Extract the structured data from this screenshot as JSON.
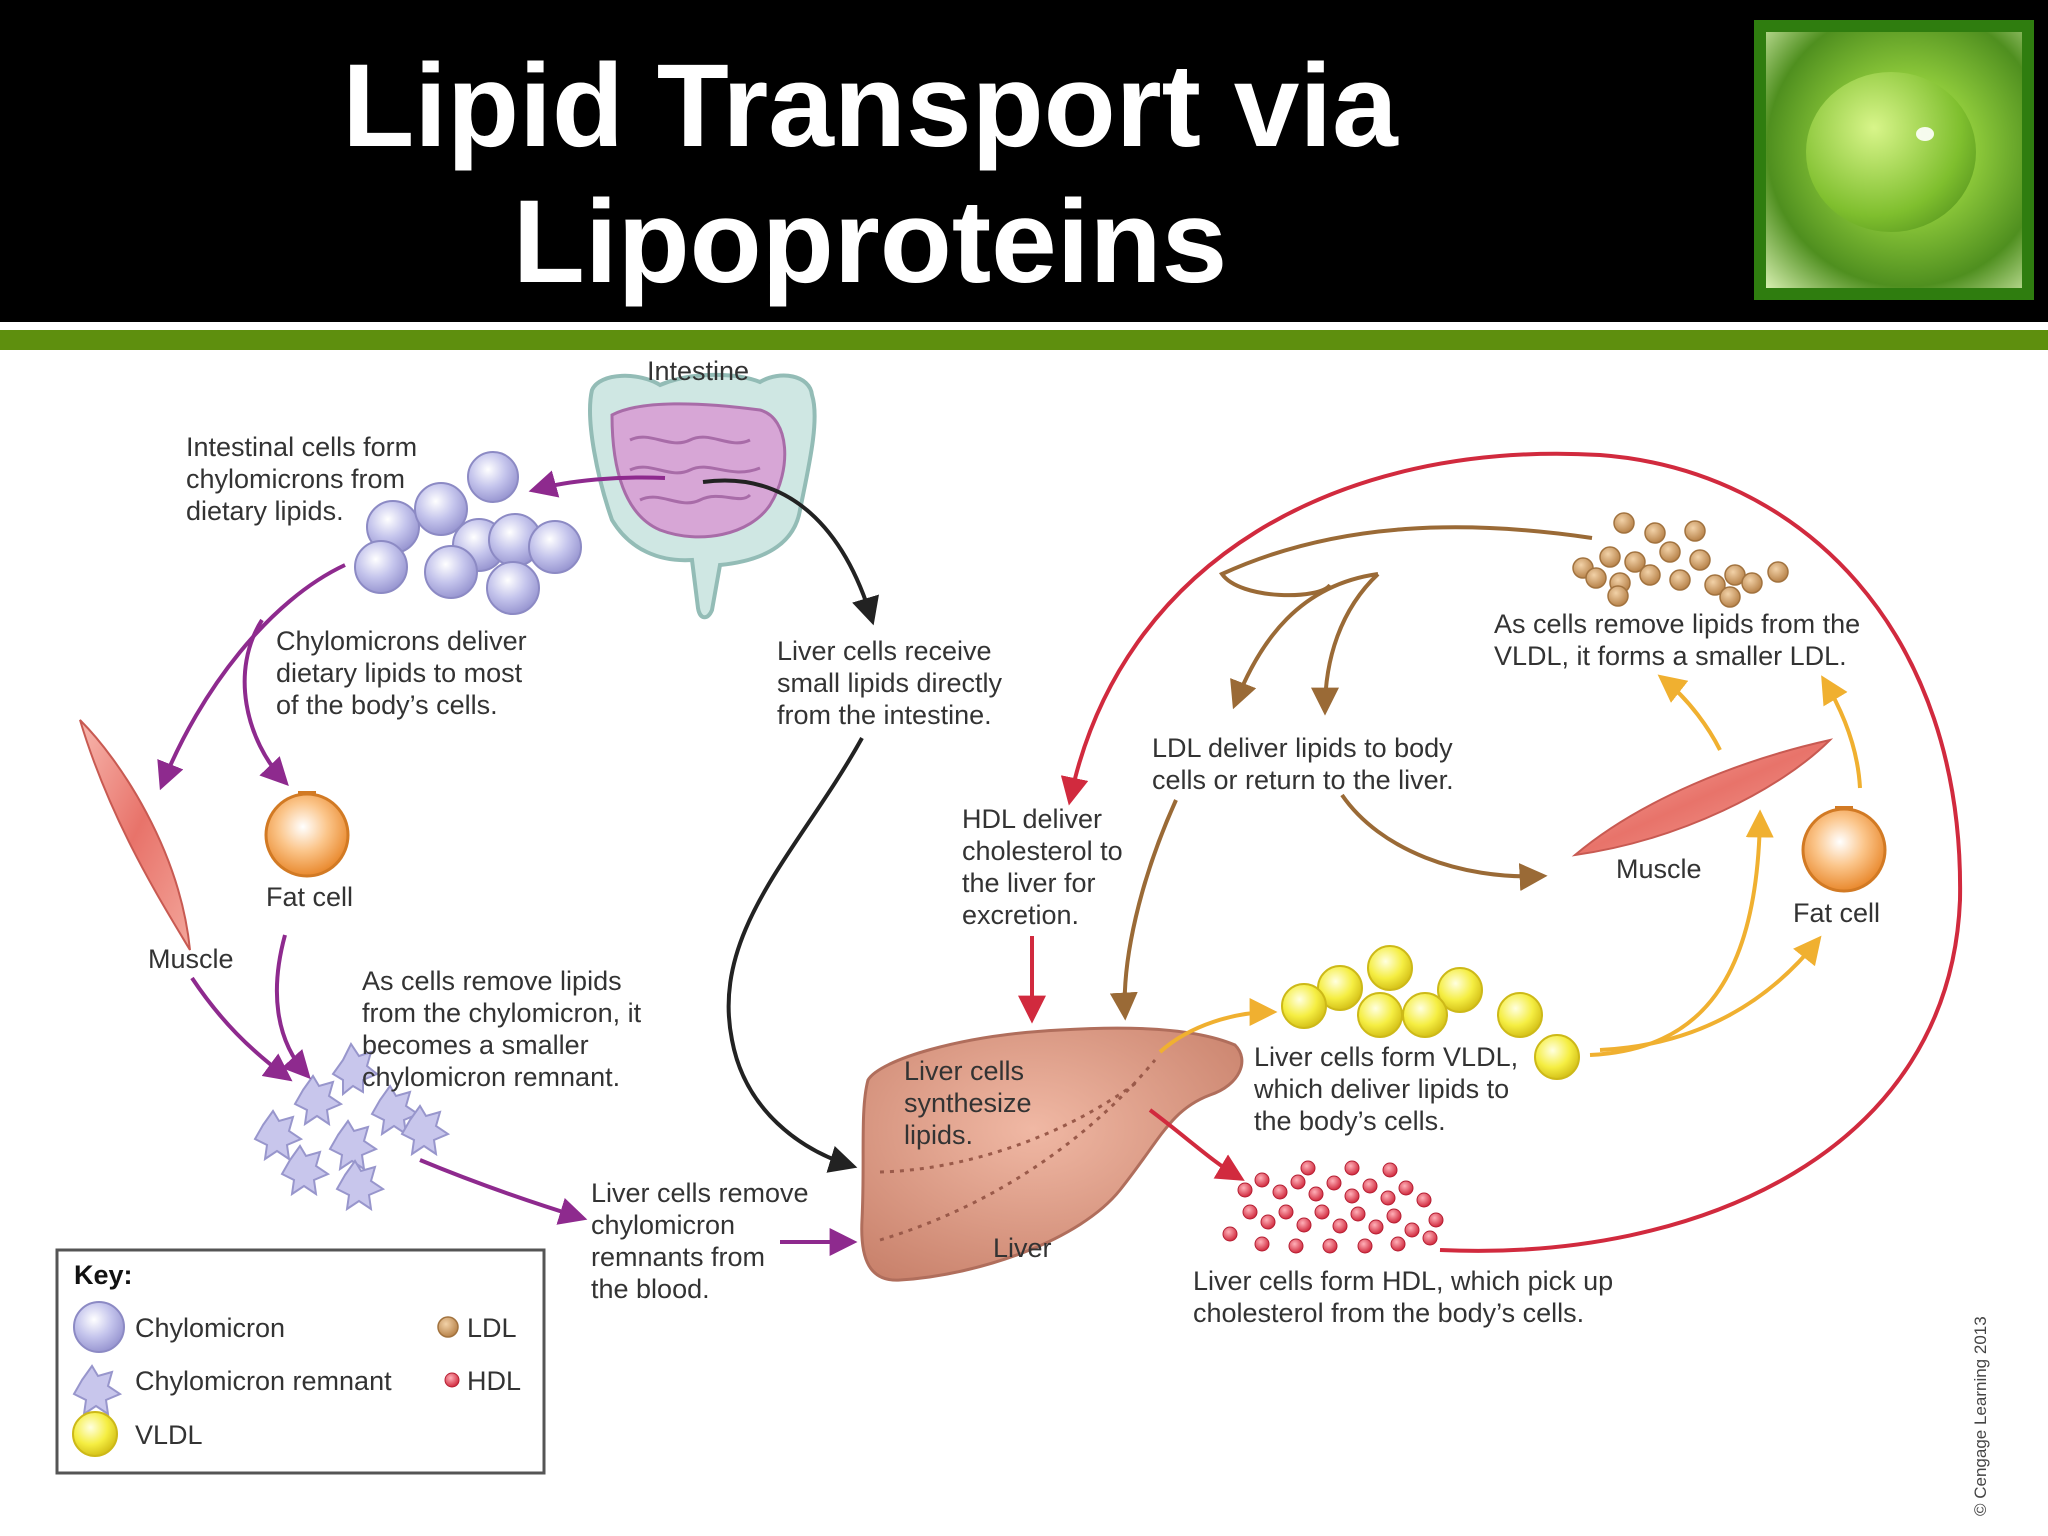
{
  "slide": {
    "title_line1": "Lipid Transport via",
    "title_line2": "Lipoproteins"
  },
  "diagram": {
    "organs": {
      "intestine": "Intestine",
      "liver": "Liver",
      "liver_inside": [
        "Liver cells",
        "synthesize",
        "lipids."
      ],
      "muscle_left": "Muscle",
      "fat_cell_left": "Fat cell",
      "muscle_right": "Muscle",
      "fat_cell_right": "Fat cell"
    },
    "captions": {
      "intestinal_cells": [
        "Intestinal cells form",
        "chylomicrons from",
        "dietary lipids."
      ],
      "chylomicrons_deliver": [
        "Chylomicrons deliver",
        "dietary lipids to most",
        "of the body’s cells."
      ],
      "liver_receive": [
        "Liver cells receive",
        "small lipids directly",
        "from the intestine."
      ],
      "remnant_forms": [
        "As cells remove lipids",
        "from the chylomicron, it",
        "becomes a smaller",
        "chylomicron remnant."
      ],
      "liver_remove": [
        "Liver cells remove",
        "chylomicron",
        "remnants from",
        "the blood."
      ],
      "hdl_deliver": [
        "HDL deliver",
        "cholesterol to",
        "the liver for",
        "excretion."
      ],
      "ldl_deliver": [
        "LDL deliver lipids to body",
        "cells or return to the liver."
      ],
      "ldl_forms": [
        "As cells remove lipids from the",
        "VLDL, it forms a smaller LDL."
      ],
      "vldl_forms": [
        "Liver cells form VLDL,",
        "which deliver lipids to",
        "the body’s cells."
      ],
      "hdl_forms": [
        "Liver cells form HDL, which pick up",
        "cholesterol from the body’s cells."
      ]
    },
    "key": {
      "title": "Key:",
      "chylomicron": "Chylomicron",
      "remnant": "Chylomicron remnant",
      "vldl": "VLDL",
      "ldl": "LDL",
      "hdl": "HDL"
    },
    "copyright": "© Cengage Learning 2013",
    "colors": {
      "chylomicron_path": "#8e2a8e",
      "intestine_to_liver": "#222222",
      "ldl_path": "#9a6a36",
      "vldl_path": "#f0b030",
      "hdl_path": "#d12a3e",
      "header_bg": "#000000",
      "accent_bar": "#5e8f0e"
    }
  }
}
